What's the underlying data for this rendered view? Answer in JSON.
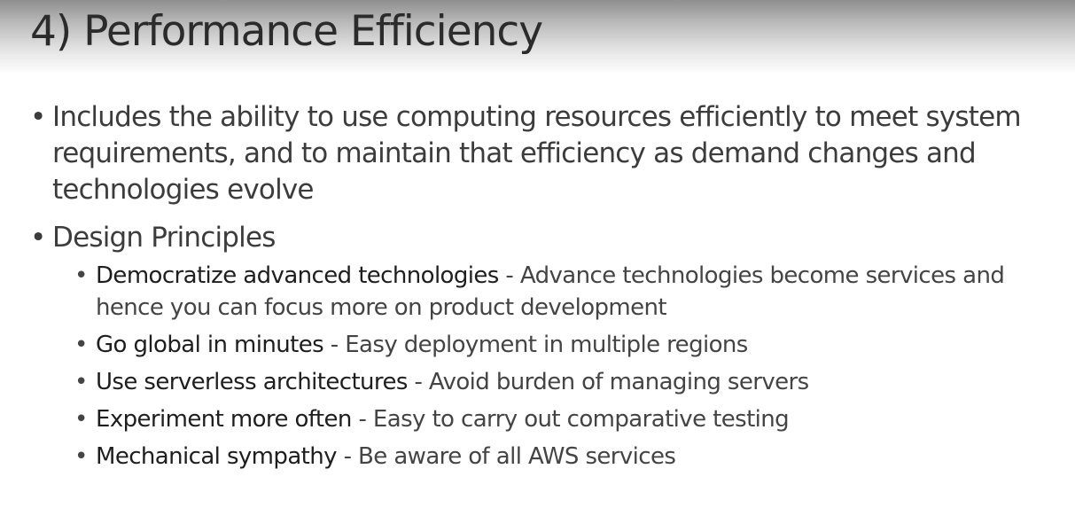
{
  "slide": {
    "title": "4) Performance Efficiency",
    "bullets": [
      {
        "bullet_glyph": "•",
        "text": "Includes the ability to use computing resources efficiently to meet system requirements, and to maintain that efficiency as demand changes and technologies evolve"
      },
      {
        "bullet_glyph": "•",
        "text": "Design Principles",
        "sub_bullets": [
          {
            "bullet_glyph": "•",
            "term": "Democratize advanced technologies",
            "separator": " - ",
            "description": "Advance technologies become services and hence you can focus more on product development"
          },
          {
            "bullet_glyph": "•",
            "term": "Go global in minutes",
            "separator": " - ",
            "description": "Easy deployment in multiple regions"
          },
          {
            "bullet_glyph": "•",
            "term": "Use serverless architectures",
            "separator": " - ",
            "description": "Avoid burden of managing servers"
          },
          {
            "bullet_glyph": "•",
            "term": "Experiment more often",
            "separator": " - ",
            "description": "Easy to carry out comparative testing"
          },
          {
            "bullet_glyph": "•",
            "term": "Mechanical sympathy",
            "separator": " - ",
            "description": "Be aware of all AWS services"
          }
        ]
      }
    ]
  }
}
